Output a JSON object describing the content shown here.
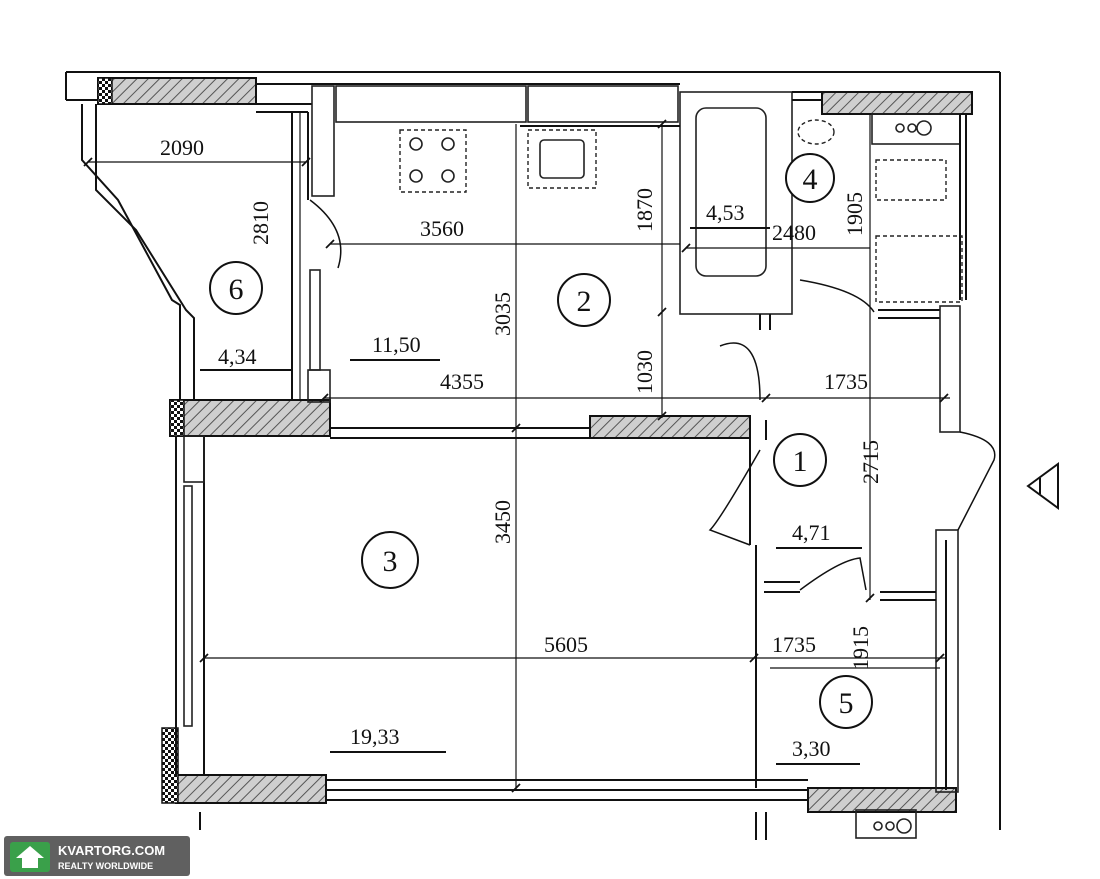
{
  "rooms": [
    {
      "number": "1",
      "area": "4,71"
    },
    {
      "number": "2",
      "area": "11,50"
    },
    {
      "number": "3",
      "area": "19,33"
    },
    {
      "number": "4",
      "area": "4,53"
    },
    {
      "number": "5",
      "area": "3,30"
    },
    {
      "number": "6",
      "area": "4,34"
    }
  ],
  "dimensions": {
    "d2090": "2090",
    "d2810": "2810",
    "d3560": "3560",
    "d1870": "1870",
    "d2480": "2480",
    "d1905": "1905",
    "d3035": "3035",
    "d4355": "4355",
    "d1030": "1030",
    "d1735a": "1735",
    "d2715": "2715",
    "d3450": "3450",
    "d5605": "5605",
    "d1735b": "1735",
    "d1915": "1915"
  },
  "watermark": {
    "title": "KVARTORG.COM",
    "subtitle": "REALTY WORLDWIDE"
  },
  "colors": {
    "ink": "#111111",
    "paper": "#ffffff",
    "watermark_green": "#3aa04a"
  }
}
